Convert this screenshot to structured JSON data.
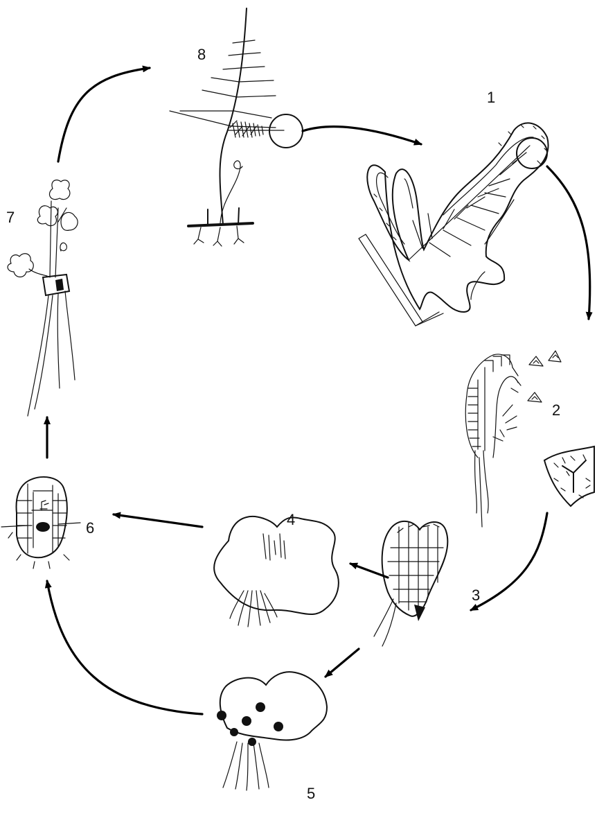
{
  "stages": [
    {
      "id": "1",
      "label": "1"
    },
    {
      "id": "2",
      "label": "2"
    },
    {
      "id": "3",
      "label": "3"
    },
    {
      "id": "4",
      "label": "4"
    },
    {
      "id": "5",
      "label": "5"
    },
    {
      "id": "6",
      "label": "6"
    },
    {
      "id": "7",
      "label": "7"
    },
    {
      "id": "8",
      "label": "8"
    }
  ],
  "cycle_arrows": [
    {
      "from": "8",
      "to": "1"
    },
    {
      "from": "1",
      "to": "2"
    },
    {
      "from": "2",
      "to": "3"
    },
    {
      "from": "3",
      "to": "4"
    },
    {
      "from": "4",
      "to": "6"
    },
    {
      "from": "3",
      "to": "5"
    },
    {
      "from": "5",
      "to": "6"
    },
    {
      "from": "6",
      "to": "7"
    },
    {
      "from": "7",
      "to": "8"
    }
  ],
  "colors": {
    "ink": "#111111",
    "background": "#ffffff"
  }
}
